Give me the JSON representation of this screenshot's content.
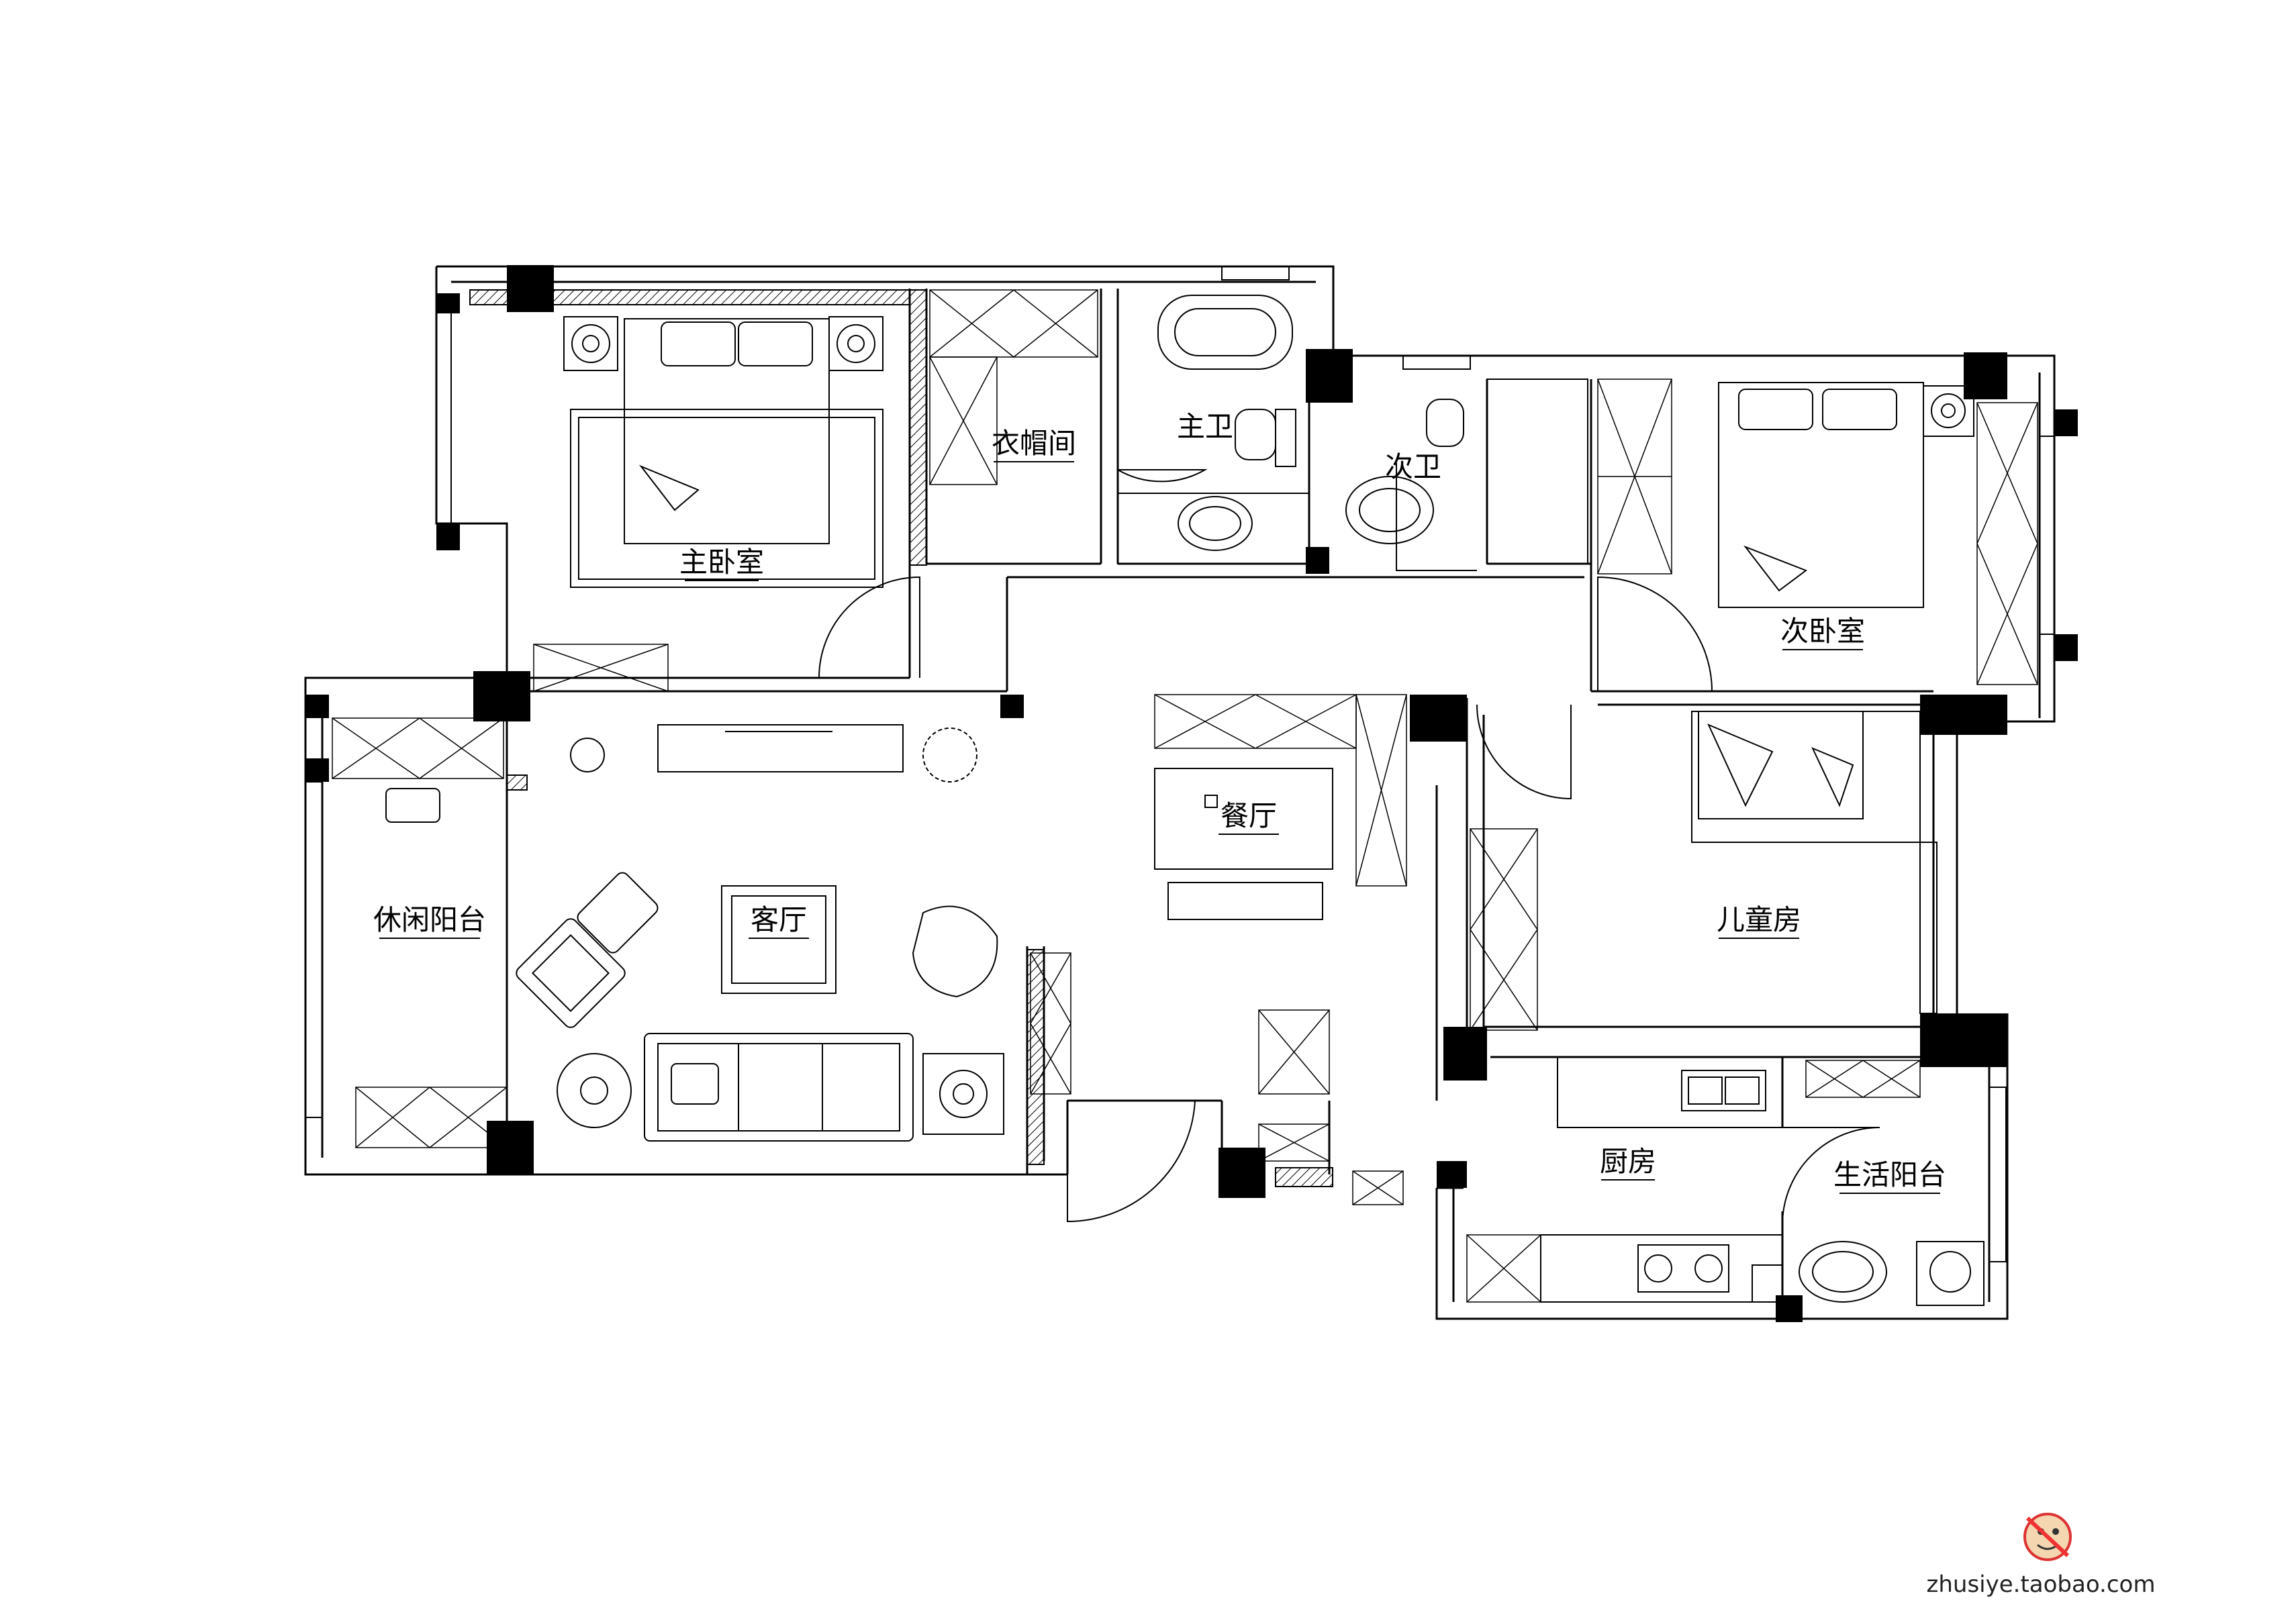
{
  "rooms": {
    "master_bedroom": "主卧室",
    "cloakroom": "衣帽间",
    "master_bath": "主卫",
    "second_bath": "次卫",
    "second_bedroom": "次卧室",
    "dining": "餐厅",
    "living": "客厅",
    "leisure_balcony": "休闲阳台",
    "kids_room": "儿童房",
    "kitchen": "厨房",
    "utility_balcony": "生活阳台"
  },
  "watermark": {
    "url": "zhusiye.taobao.com",
    "logo": "cartoon-mascot-logo"
  },
  "colors": {
    "wall": "#000000",
    "line": "#000000",
    "background": "#ffffff"
  }
}
